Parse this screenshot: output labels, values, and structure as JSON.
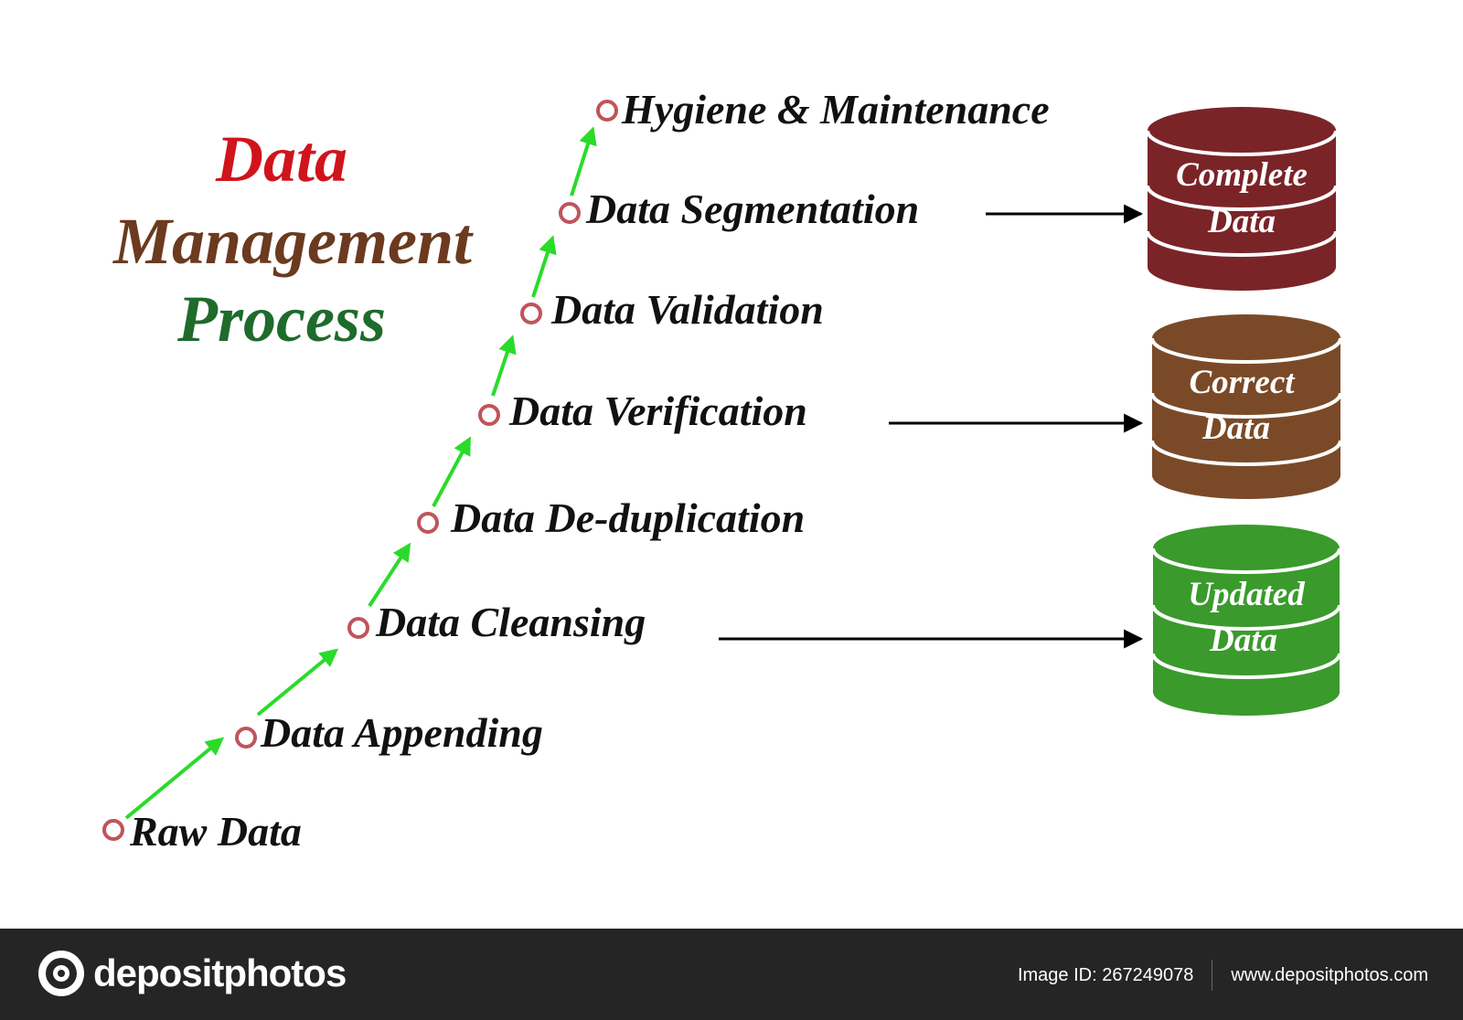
{
  "title": {
    "line1": "Data",
    "line2": "Management",
    "line3": "Process"
  },
  "steps": [
    "Raw Data",
    "Data Appending",
    "Data Cleansing",
    "Data De-duplication",
    "Data Verification",
    "Data Validation",
    "Data Segmentation",
    "Hygiene & Maintenance"
  ],
  "databases": [
    {
      "line1": "Complete",
      "line2": "Data"
    },
    {
      "line1": "Correct",
      "line2": "Data"
    },
    {
      "line1": "Updated",
      "line2": "Data"
    }
  ],
  "footer": {
    "brand": "depositphotos",
    "image_id": "Image ID: 267249078",
    "website": "www.depositphotos.com"
  },
  "colors": {
    "title_line1": "#d0141c",
    "title_line2": "#6b3a1f",
    "title_line3": "#1e6b2c",
    "arrow_green": "#2adb2a",
    "node_ring": "#c0545c",
    "db_complete": "#7a2428",
    "db_correct": "#7a4a28",
    "db_updated": "#3a9a2c",
    "footer_bg": "#252525"
  }
}
